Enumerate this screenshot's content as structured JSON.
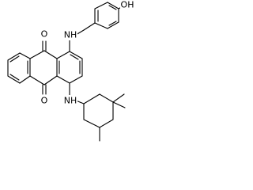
{
  "molecule": {
    "labels": {
      "oxygen_top": "O",
      "oxygen_bottom": "O",
      "amine_top": "NH",
      "amine_bottom": "NH",
      "hydroxyl": "OH"
    },
    "colors": {
      "bond": "#000000",
      "text": "#000000",
      "background": "#ffffff"
    }
  }
}
